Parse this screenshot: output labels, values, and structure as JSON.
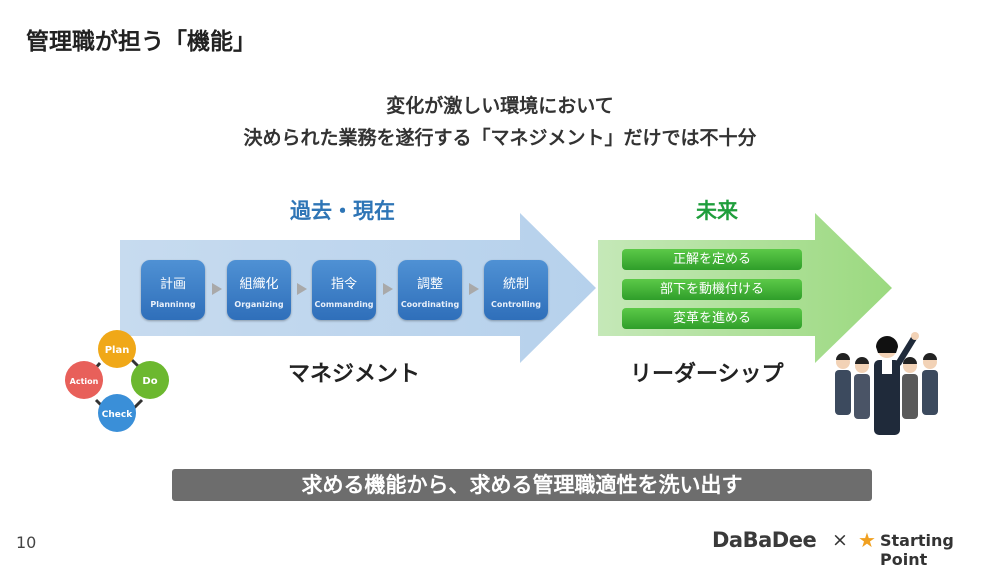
{
  "title": "管理職が担う「機能」",
  "subtitle": [
    "変化が激しい環境において",
    "決められた業務を遂行する「マネジメント」だけでは不十分"
  ],
  "past": {
    "heading": "過去・現在",
    "label": "マネジメント",
    "color": "#2e75b6",
    "steps": [
      {
        "jp": "計画",
        "en": "Planninng"
      },
      {
        "jp": "組織化",
        "en": "Organizing"
      },
      {
        "jp": "指令",
        "en": "Commanding"
      },
      {
        "jp": "調整",
        "en": "Coordinating"
      },
      {
        "jp": "統制",
        "en": "Controlling"
      }
    ]
  },
  "future": {
    "heading": "未来",
    "label": "リーダーシップ",
    "color": "#1f9e3c",
    "items": [
      "正解を定める",
      "部下を動機付ける",
      "変革を進める"
    ]
  },
  "pdca": {
    "plan": "Plan",
    "do": "Do",
    "check": "Check",
    "action": "Action"
  },
  "conclusion": "求める機能から、求める管理職適性を洗い出す",
  "page_number": "10",
  "footer": {
    "logo1": "DaBaDee",
    "times": "×",
    "logo2": "Starting Point"
  }
}
